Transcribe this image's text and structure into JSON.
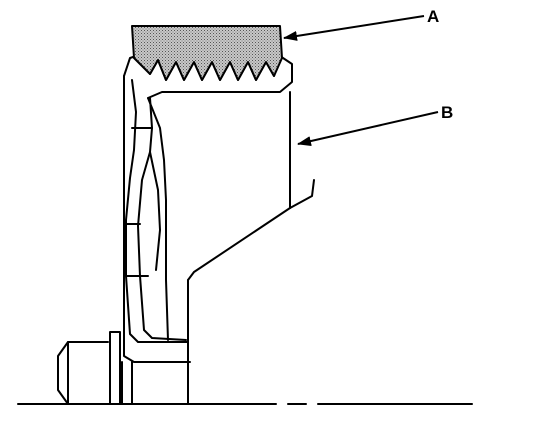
{
  "diagram": {
    "callouts": [
      {
        "id": "A",
        "label": "A"
      },
      {
        "id": "B",
        "label": "B"
      }
    ],
    "colors": {
      "ink": "#000000",
      "background": "#ffffff",
      "stipple": "#8a8a8a"
    }
  }
}
